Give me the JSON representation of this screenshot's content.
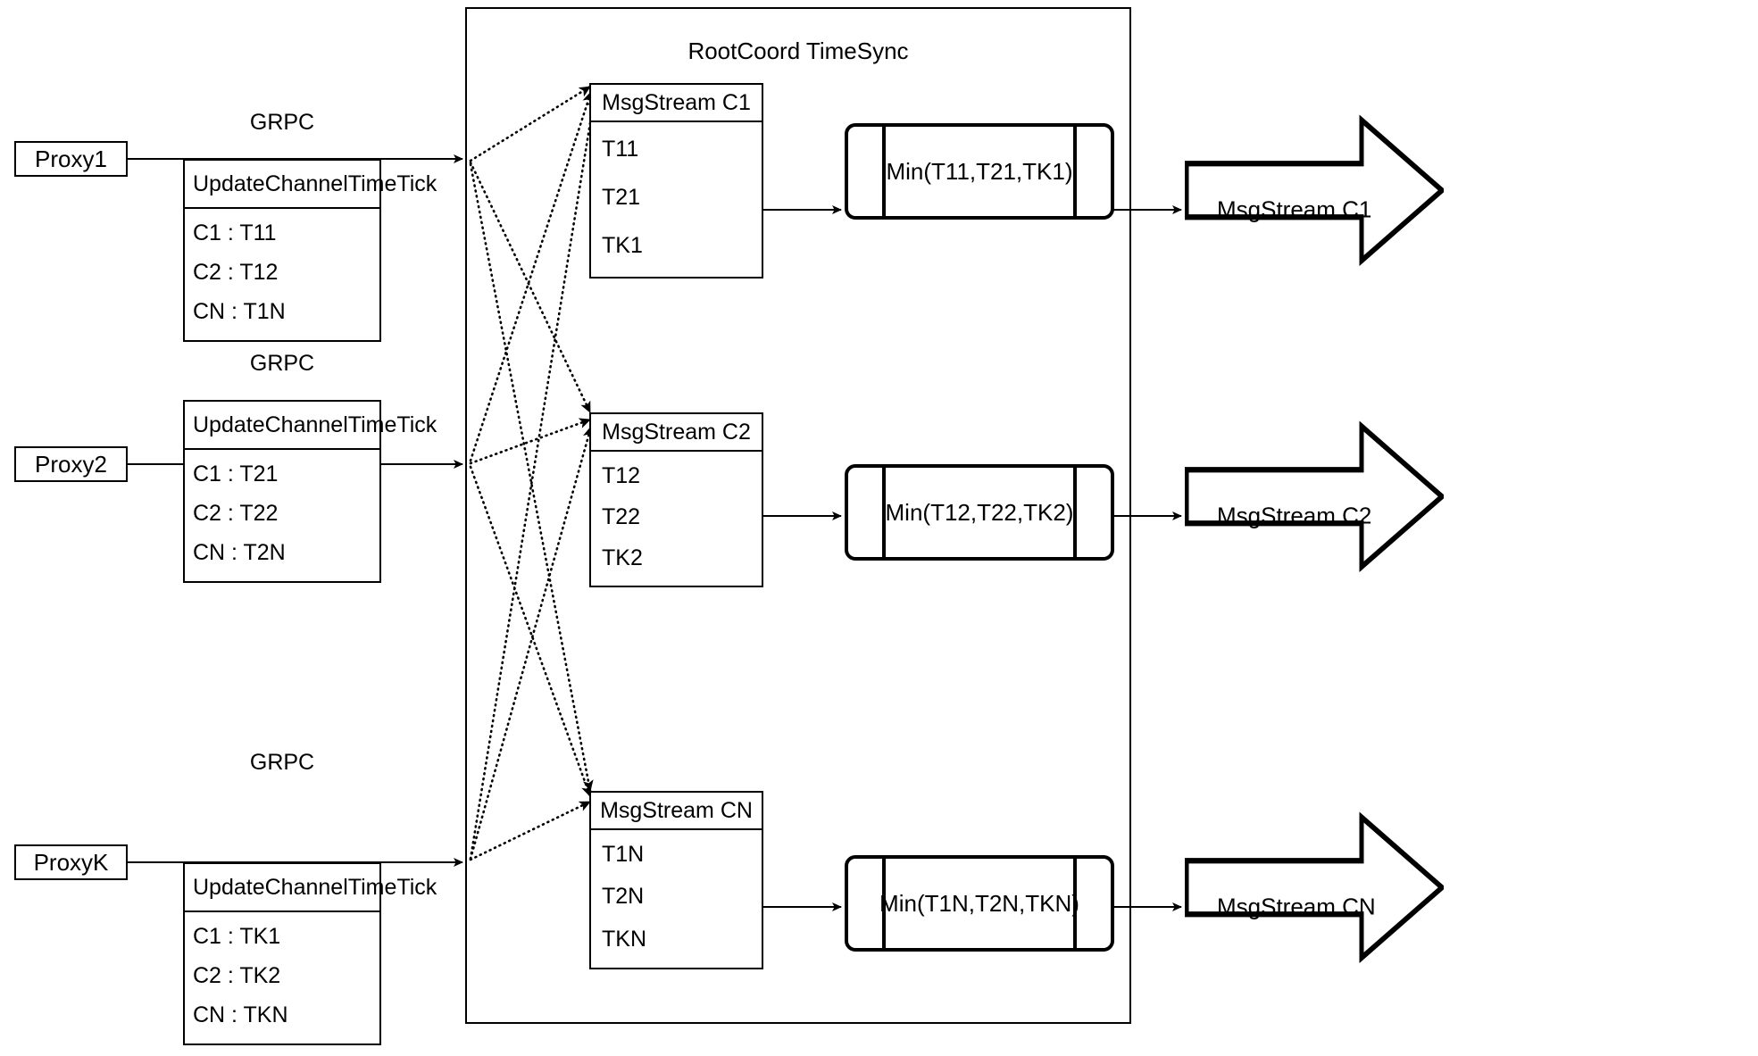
{
  "diagram": {
    "title": "RootCoord TimeSync",
    "container_label": "RootCoord TimeSync"
  },
  "proxies": [
    {
      "name": "Proxy1",
      "link_label": "GRPC",
      "message": {
        "header": "UpdateChannelTimeTick",
        "rows": [
          "C1 :  T11",
          "C2 :  T12",
          "CN : T1N"
        ]
      }
    },
    {
      "name": "Proxy2",
      "link_label": "GRPC",
      "message": {
        "header": "UpdateChannelTimeTick",
        "rows": [
          "C1 :  T21",
          "C2 :  T22",
          "CN : T2N"
        ]
      }
    },
    {
      "name": "ProxyK",
      "link_label": "GRPC",
      "message": {
        "header": "UpdateChannelTimeTick",
        "rows": [
          "C1 :  TK1",
          "C2 :  TK2",
          "CN : TKN"
        ]
      }
    }
  ],
  "channels": [
    {
      "stream_header": "MsgStream C1",
      "stream_rows": [
        "T11",
        "T21",
        "TK1"
      ],
      "min_label": "Min(T11,T21,TK1)",
      "output_label": "MsgStream C1"
    },
    {
      "stream_header": "MsgStream C2",
      "stream_rows": [
        "T12",
        "T22",
        "TK2"
      ],
      "min_label": "Min(T12,T22,TK2)",
      "output_label": "MsgStream C2"
    },
    {
      "stream_header": "MsgStream CN",
      "stream_rows": [
        "T1N",
        "T2N",
        "TKN"
      ],
      "min_label": "Min(T1N,T2N,TKN)",
      "output_label": "MsgStream CN"
    }
  ],
  "colors": {
    "stroke": "#000000",
    "background": "#ffffff"
  }
}
